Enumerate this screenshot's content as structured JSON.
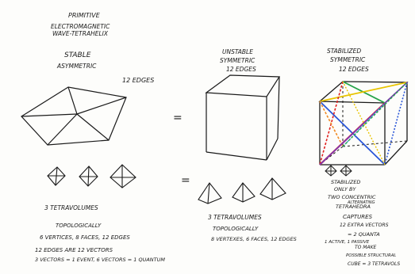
{
  "header": {
    "line1": "PRIMITIVE",
    "line2": "ELECTROMAGNETIC",
    "line3": "WAVE-TETRAHELIX"
  },
  "left": {
    "title1": "STABLE",
    "title2": "ASYMMETRIC",
    "edges": "12 EDGES",
    "tetra": "3 TETRAVOLUMES",
    "topo1": "TOPOLOGICALLY",
    "topo2": "6 VERTICES, 8 FACES, 12 EDGES",
    "topo3": "12 EDGES ARE 12 VECTORS",
    "topo4": "3 VECTORS = 1 EVENT, 6 VECTORS = 1 QUANTUM"
  },
  "middle": {
    "title1": "UNSTABLE",
    "title2": "SYMMETRIC",
    "edges": "12 EDGES",
    "tetra": "3 TETRAVOLUMES",
    "topo1": "TOPOLOGICALLY",
    "topo2": "8 VERTEXES, 6 FACES, 12 EDGES"
  },
  "right": {
    "title1": "STABILIZED",
    "title2": "SYMMETRIC",
    "edges": "12 EDGES",
    "n1": "STABILIZED",
    "n2": "ONLY BY",
    "n3": "TWO CONCENTRIC",
    "n3b": "ALTERNATING",
    "n4": "TETRAHEDRA",
    "n5": "CAPTURES",
    "n6": "12 EXTRA VECTORS",
    "n7": "= 2 QUANTA",
    "n8a": "1 ACTIVE, 1 PASSIVE",
    "n8b": "TO MAKE",
    "n9": "POSSIBLE STRUCTURAL",
    "n10": "CUBE = 3 TETRAVOLS"
  },
  "symbols": {
    "eq1": "=",
    "eq2": "="
  },
  "colors": {
    "ink": "#1a1a1a",
    "red": "#e02020",
    "blue": "#2a56d8",
    "green": "#26a34a",
    "yellow": "#e8c400",
    "orange": "#f08a24",
    "purple": "#7a3ab8",
    "cyan": "#35a8d8"
  }
}
